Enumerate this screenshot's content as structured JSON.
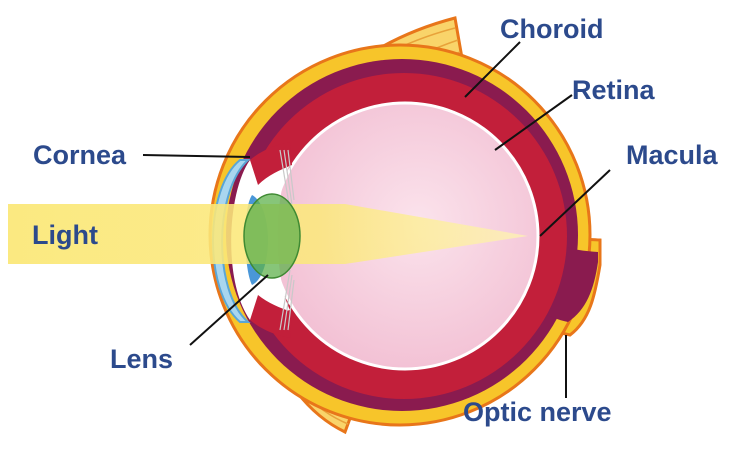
{
  "labels": {
    "choroid": "Choroid",
    "retina": "Retina",
    "cornea": "Cornea",
    "macula": "Macula",
    "light": "Light",
    "lens": "Lens",
    "optic_nerve": "Optic nerve"
  },
  "colors": {
    "label_text": "#2c4a8c",
    "sclera_yellow": "#f7c52a",
    "sclera_outline": "#e8761a",
    "choroid_purple": "#8a1b4f",
    "retina_red": "#c21f3a",
    "vitreous_pink": "#f5c9da",
    "light_beam": "#fbe87a",
    "lens_green": "#5fb24c",
    "iris_blue": "#4a97d8",
    "cornea_blue": "#a9d6ef",
    "muscle_yellow": "#f9d46a",
    "pointer_line": "#111111"
  }
}
